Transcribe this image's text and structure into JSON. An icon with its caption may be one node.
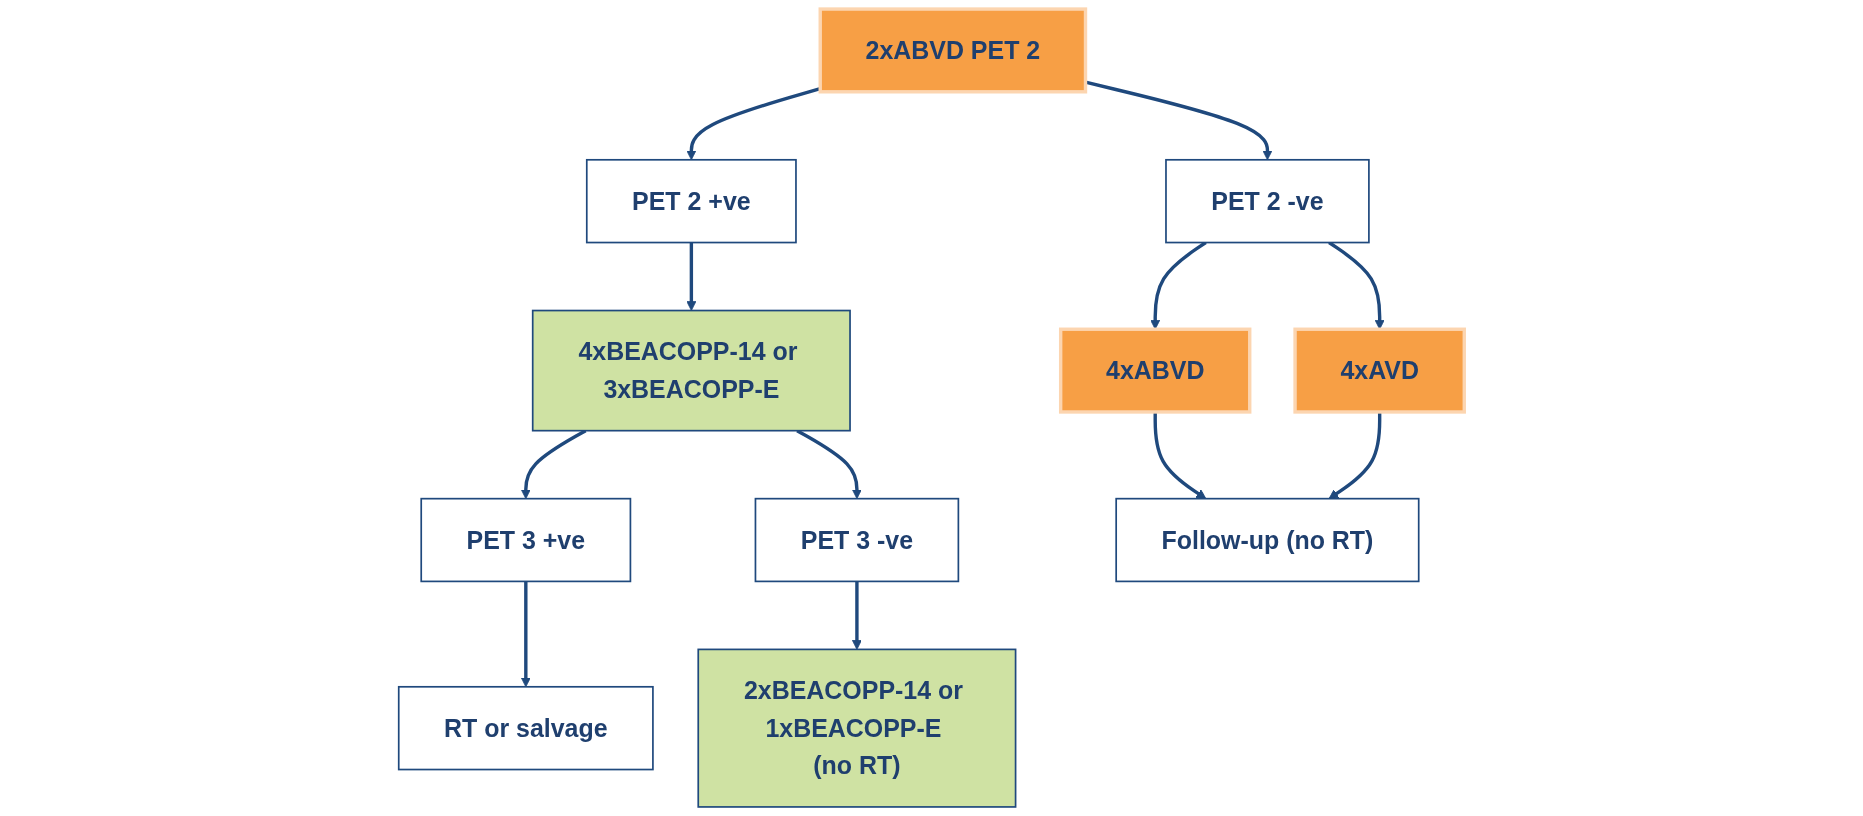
{
  "diagram": {
    "nodes": [
      {
        "text": [
          "PET 2 +ve"
        ]
      },
      {
        "text": [
          "2xABVD PET 2"
        ]
      },
      {
        "text": [
          "PET 2 -ve"
        ]
      },
      {
        "text": [
          "4xBEACOPP-14 or 3xBEACOPP-E"
        ]
      },
      {
        "text": [
          "4xABVD"
        ]
      },
      {
        "text": [
          "4xAVD"
        ]
      },
      {
        "text": [
          "PET 3 +ve"
        ]
      },
      {
        "text": [
          "PET 3 -ve"
        ]
      },
      {
        "text": [
          "RT or salvage"
        ]
      },
      {
        "text": [
          "2xBEACOPP-14 or 1xBEACOPP-E (no RT)"
        ]
      },
      {
        "text": [
          "Follow-up (no RT)"
        ]
      }
    ],
    "edges": [
      {
        "from": 1,
        "to": 0,
        "arrow": "to"
      },
      {
        "from": 1,
        "to": 2,
        "arrow": "to"
      },
      {
        "from": 0,
        "to": 3,
        "arrow": "to"
      },
      {
        "from": 2,
        "to": 4,
        "arrow": "to"
      },
      {
        "from": 2,
        "to": 5,
        "arrow": "to"
      },
      {
        "from": 3,
        "to": 6,
        "arrow": "to"
      },
      {
        "from": 3,
        "to": 7,
        "arrow": "to"
      },
      {
        "from": 6,
        "to": 8,
        "arrow": "to"
      },
      {
        "from": 7,
        "to": 9,
        "arrow": "to"
      },
      {
        "from": 4,
        "to": 10,
        "arrow": "to"
      },
      {
        "from": 5,
        "to": 10,
        "arrow": "to"
      }
    ]
  }
}
